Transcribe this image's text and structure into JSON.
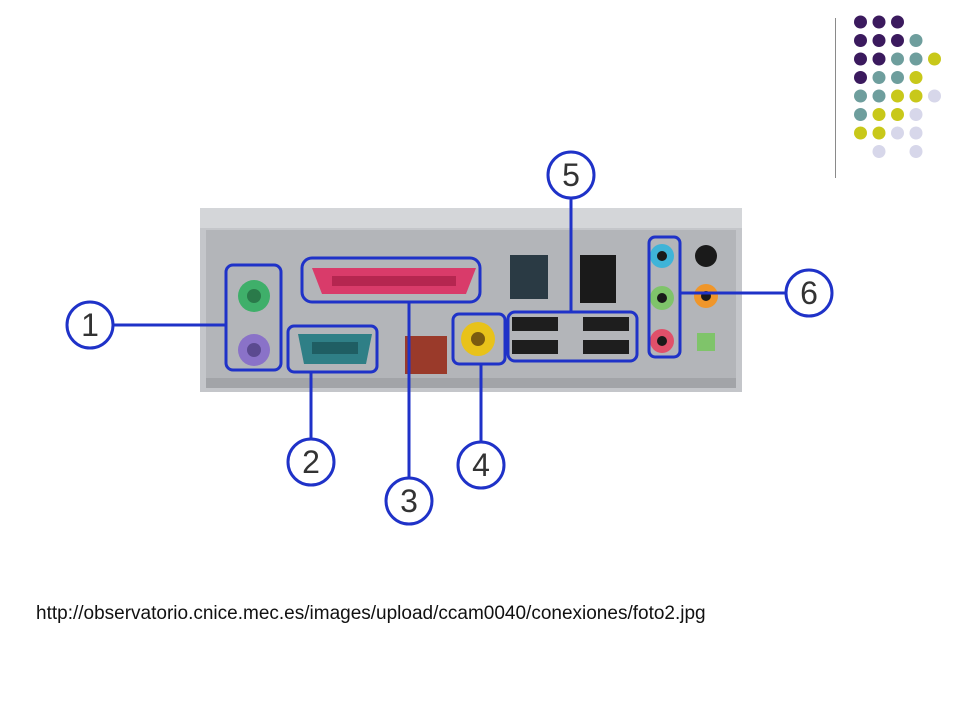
{
  "slide": {
    "source_url": "http://observatorio.cnice.mec.es/images/upload/ccam0040/conexiones/foto2.jpg"
  },
  "decoration": {
    "dot_colors": {
      "purple": "#3b1a5e",
      "teal": "#6e9e9d",
      "olive": "#c8c81a",
      "lavender": "#d7d7ea"
    }
  },
  "callouts": [
    {
      "number": "1",
      "connector": "PS/2 keyboard and mouse ports"
    },
    {
      "number": "2",
      "connector": "Serial port"
    },
    {
      "number": "3",
      "connector": "Parallel port"
    },
    {
      "number": "4",
      "connector": "RCA jack"
    },
    {
      "number": "5",
      "connector": "USB ports"
    },
    {
      "number": "6",
      "connector": "Audio jacks"
    }
  ],
  "colors": {
    "callout_blue": "#1f32c8",
    "panel_grey": "#b9bbbf",
    "parallel_pink": "#d93b6a",
    "serial_teal": "#2f7f86",
    "ps2_green": "#3faf6a",
    "ps2_purple": "#8a72c8",
    "rca_yellow": "#e8c21a",
    "audio_blue": "#3fb4d8",
    "audio_green": "#7fc46a",
    "audio_pink": "#e0506a",
    "audio_orange": "#f0962a"
  }
}
